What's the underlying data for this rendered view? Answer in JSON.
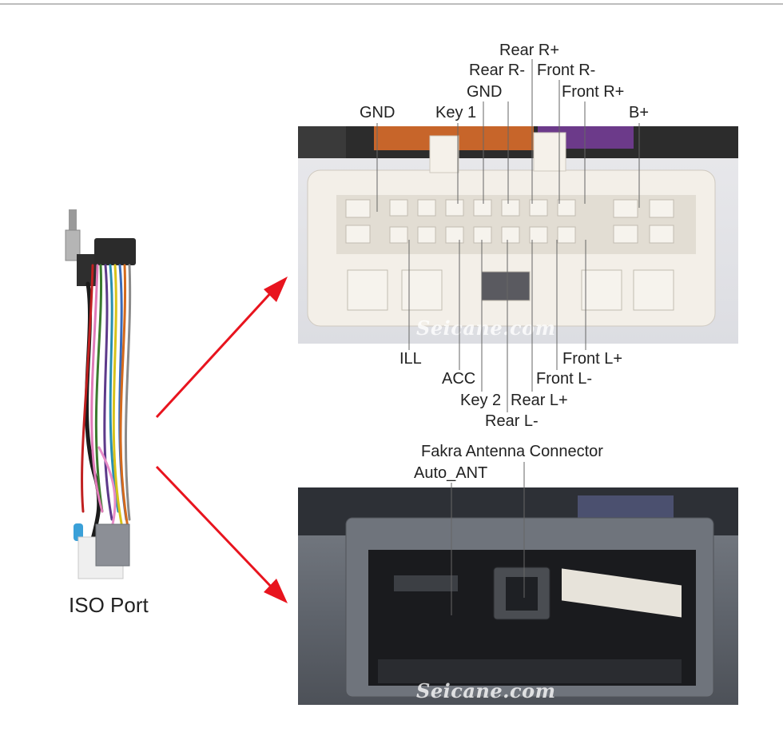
{
  "iso_port": {
    "label": "ISO Port"
  },
  "connector_pins": {
    "top": {
      "rear_r_plus": "Rear R+",
      "rear_r_minus": "Rear R-",
      "front_r_minus": "Front R-",
      "gnd_inner": "GND",
      "front_r_plus": "Front R+",
      "gnd_outer": "GND",
      "key_1": "Key 1",
      "b_plus": "B+"
    },
    "bottom": {
      "ill": "ILL",
      "front_l_plus": "Front L+",
      "acc": "ACC",
      "front_l_minus": "Front L-",
      "key_2": "Key 2",
      "rear_l_plus": "Rear L+",
      "rear_l_minus": "Rear L-"
    }
  },
  "antenna": {
    "fakra": "Fakra Antenna Connector",
    "auto_ant": "Auto_ANT"
  },
  "watermark": "Seicane.com",
  "colors": {
    "arrow": "#e8141e",
    "leader": "#666666"
  },
  "icons": {
    "arrow": "red-arrow-icon"
  }
}
